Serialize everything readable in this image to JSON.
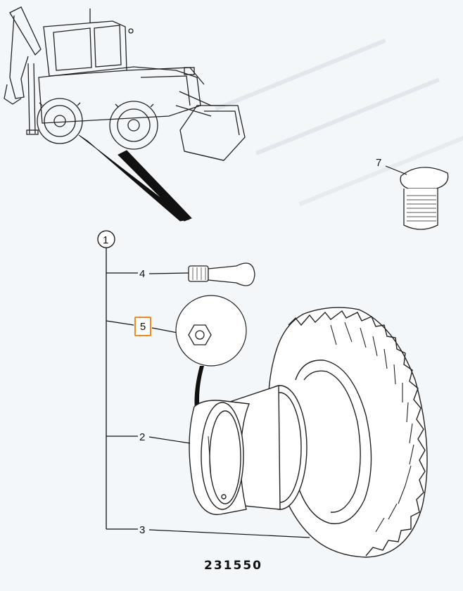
{
  "callouts": {
    "c1": "1",
    "c2": "2",
    "c3": "3",
    "c4": "4",
    "c5": "5",
    "c7": "7"
  },
  "highlighted_callout": "5",
  "reference_number": "231550",
  "colors": {
    "highlight": "#f08a1c",
    "line": "#111111",
    "background": "#f4f7fa"
  }
}
